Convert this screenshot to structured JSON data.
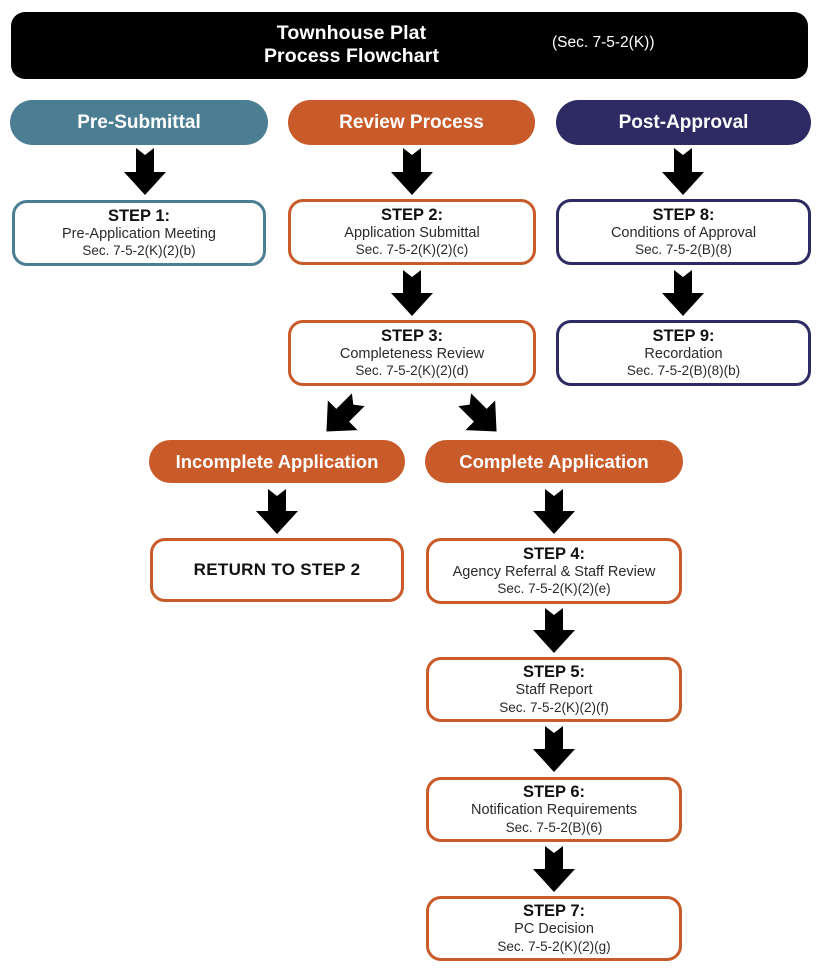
{
  "title": {
    "line1": "Townhouse Plat",
    "line2": "Process Flowchart",
    "section": "(Sec. 7-5-2(K))"
  },
  "colors": {
    "teal": "#4B7E92",
    "orange": "#C95A29",
    "navy": "#2E2A63",
    "banner": "#000000",
    "arrow": "#000000",
    "text_light": "#FFFFFF",
    "text_dark": "#111111"
  },
  "columns": [
    {
      "key": "pre_submittal",
      "label": "Pre-Submittal",
      "color": "#4B7E92"
    },
    {
      "key": "review_process",
      "label": "Review Process",
      "color": "#C95A29"
    },
    {
      "key": "post_approval",
      "label": "Post-Approval",
      "color": "#2E2A63"
    }
  ],
  "branches": [
    {
      "key": "incomplete",
      "label": "Incomplete Application"
    },
    {
      "key": "complete",
      "label": "Complete Application"
    }
  ],
  "steps": [
    {
      "id": "step1",
      "title": "STEP 1:",
      "subtitle": "Pre-Application Meeting",
      "citation": "Sec. 7-5-2(K)(2)(b)",
      "column": "pre_submittal",
      "border": "#4B7E92"
    },
    {
      "id": "step2",
      "title": "STEP 2:",
      "subtitle": "Application Submittal",
      "citation": "Sec. 7-5-2(K)(2)(c)",
      "column": "review_process",
      "border": "#C95A29"
    },
    {
      "id": "step3",
      "title": "STEP 3:",
      "subtitle": "Completeness Review",
      "citation": "Sec. 7-5-2(K)(2)(d)",
      "column": "review_process",
      "border": "#C95A29"
    },
    {
      "id": "return_step2",
      "title": "RETURN TO STEP 2",
      "subtitle": "",
      "citation": "",
      "column": "review_process",
      "border": "#C95A29"
    },
    {
      "id": "step4",
      "title": "STEP 4:",
      "subtitle": "Agency Referral & Staff Review",
      "citation": "Sec. 7-5-2(K)(2)(e)",
      "column": "review_process",
      "border": "#C95A29"
    },
    {
      "id": "step5",
      "title": "STEP 5:",
      "subtitle": "Staff Report",
      "citation": "Sec. 7-5-2(K)(2)(f)",
      "column": "review_process",
      "border": "#C95A29"
    },
    {
      "id": "step6",
      "title": "STEP 6:",
      "subtitle": "Notification Requirements",
      "citation": "Sec. 7-5-2(B)(6)",
      "column": "review_process",
      "border": "#C95A29"
    },
    {
      "id": "step7",
      "title": "STEP 7:",
      "subtitle": "PC Decision",
      "citation": "Sec. 7-5-2(K)(2)(g)",
      "column": "review_process",
      "border": "#C95A29"
    },
    {
      "id": "step8",
      "title": "STEP 8:",
      "subtitle": "Conditions of Approval",
      "citation": "Sec. 7-5-2(B)(8)",
      "column": "post_approval",
      "border": "#2E2A63"
    },
    {
      "id": "step9",
      "title": "STEP 9:",
      "subtitle": "Recordation",
      "citation": "Sec. 7-5-2(B)(8)(b)",
      "column": "post_approval",
      "border": "#2E2A63"
    }
  ],
  "arrows": [
    {
      "id": "arrow-pre-to-step1",
      "from": "Pre-Submittal",
      "to": "STEP 1:",
      "direction": "down"
    },
    {
      "id": "arrow-review-to-step2",
      "from": "Review Process",
      "to": "STEP 2:",
      "direction": "down"
    },
    {
      "id": "arrow-post-to-step8",
      "from": "Post-Approval",
      "to": "STEP 8:",
      "direction": "down"
    },
    {
      "id": "arrow-step2-to-step3",
      "from": "STEP 2:",
      "to": "STEP 3:",
      "direction": "down"
    },
    {
      "id": "arrow-step8-to-step9",
      "from": "STEP 8:",
      "to": "STEP 9:",
      "direction": "down"
    },
    {
      "id": "arrow-step3-to-incomplete",
      "from": "STEP 3:",
      "to": "Incomplete Application",
      "direction": "down-left"
    },
    {
      "id": "arrow-step3-to-complete",
      "from": "STEP 3:",
      "to": "Complete Application",
      "direction": "down-right"
    },
    {
      "id": "arrow-incomplete-to-return",
      "from": "Incomplete Application",
      "to": "RETURN TO STEP 2",
      "direction": "down"
    },
    {
      "id": "arrow-complete-to-step4",
      "from": "Complete Application",
      "to": "STEP 4:",
      "direction": "down"
    },
    {
      "id": "arrow-step4-to-step5",
      "from": "STEP 4:",
      "to": "STEP 5:",
      "direction": "down"
    },
    {
      "id": "arrow-step5-to-step6",
      "from": "STEP 5:",
      "to": "STEP 6:",
      "direction": "down"
    },
    {
      "id": "arrow-step6-to-step7",
      "from": "STEP 6:",
      "to": "STEP 7:",
      "direction": "down"
    }
  ]
}
